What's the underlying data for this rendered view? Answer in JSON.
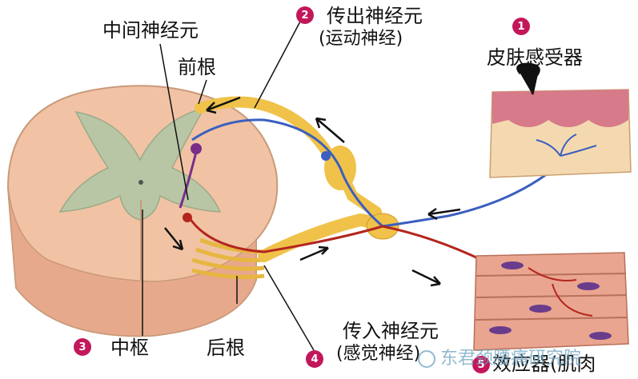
{
  "labels": {
    "interneuron": "中间神经元",
    "anterior_root": "前根",
    "efferent_neuron": "传出神经元",
    "efferent_sub": "(运动神经)",
    "skin_receptor": "皮肤感受器",
    "center": "中枢",
    "posterior_root": "后根",
    "afferent_neuron": "传入神经元",
    "afferent_sub": "(感觉神经)",
    "effector": "效应器(肌肉"
  },
  "badges": {
    "b1": "1",
    "b2": "2",
    "b3": "3",
    "b4": "4",
    "b5": "5"
  },
  "watermark": "东君颈腰痛研究院",
  "colors": {
    "badge": "#c2185b",
    "cord_outer": "#f3c6a8",
    "gray_matter": "#b7c4a6",
    "nerve_yellow": "#f0c24a",
    "sensory_blue": "#3b5fbf",
    "motor_red": "#b3261e",
    "interneuron_purple": "#7a2e8a",
    "skin_pink": "#d77a8a",
    "muscle": "#d88a7a"
  }
}
